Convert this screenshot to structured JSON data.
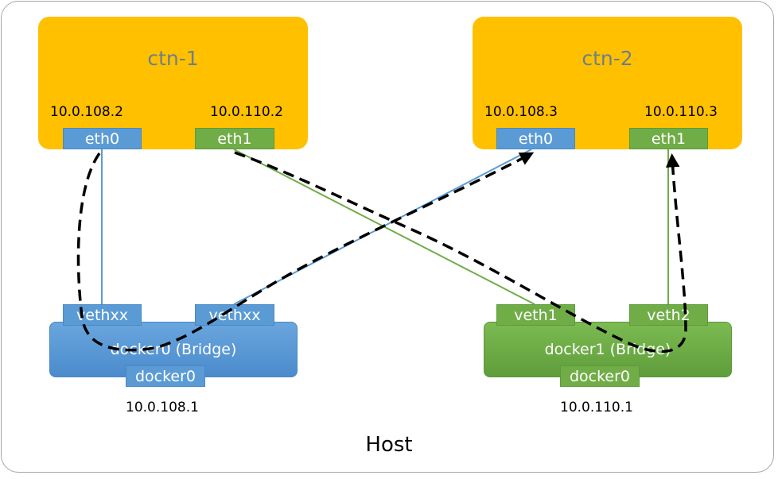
{
  "host": {
    "label": "Host"
  },
  "containers": [
    {
      "name": "ctn-1",
      "eth0_ip": "10.0.108.2",
      "eth1_ip": "10.0.110.2",
      "eth0": "eth0",
      "eth1": "eth1"
    },
    {
      "name": "ctn-2",
      "eth0_ip": "10.0.108.3",
      "eth1_ip": "10.0.110.3",
      "eth0": "eth0",
      "eth1": "eth1"
    }
  ],
  "bridges": [
    {
      "name": "docker0 (Bridge)",
      "veth_left": "vethxx",
      "veth_right": "vethxx",
      "port": "docker0",
      "ip": "10.0.108.1"
    },
    {
      "name": "docker1 (Bridge)",
      "veth_left": "veth1",
      "veth_right": "veth2",
      "port": "docker0",
      "ip": "10.0.110.1"
    }
  ],
  "colors": {
    "container": "#ffc000",
    "blue": "#5b9bd5",
    "green": "#70ad47",
    "border": "#a6a6a6"
  }
}
